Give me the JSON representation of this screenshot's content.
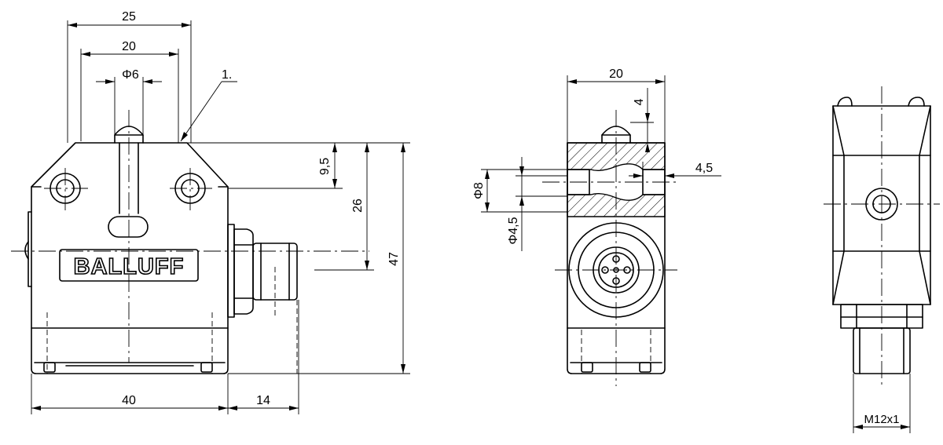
{
  "brand": "BALLUFF",
  "callout": "1.",
  "front_view": {
    "dim_width_top": "25",
    "dim_width_mid": "20",
    "dim_plunger_dia": "Φ6",
    "dim_mount_height": "9,5",
    "dim_connector_height": "26",
    "dim_total_height": "47",
    "dim_body_width": "40",
    "dim_connector_length": "14"
  },
  "side_view": {
    "dim_width": "20",
    "dim_plunger_offset": "4",
    "dim_counterbore": "Φ8",
    "dim_hole": "Φ4,5",
    "dim_depth": "4,5"
  },
  "end_view": {
    "dim_thread": "M12x1"
  }
}
